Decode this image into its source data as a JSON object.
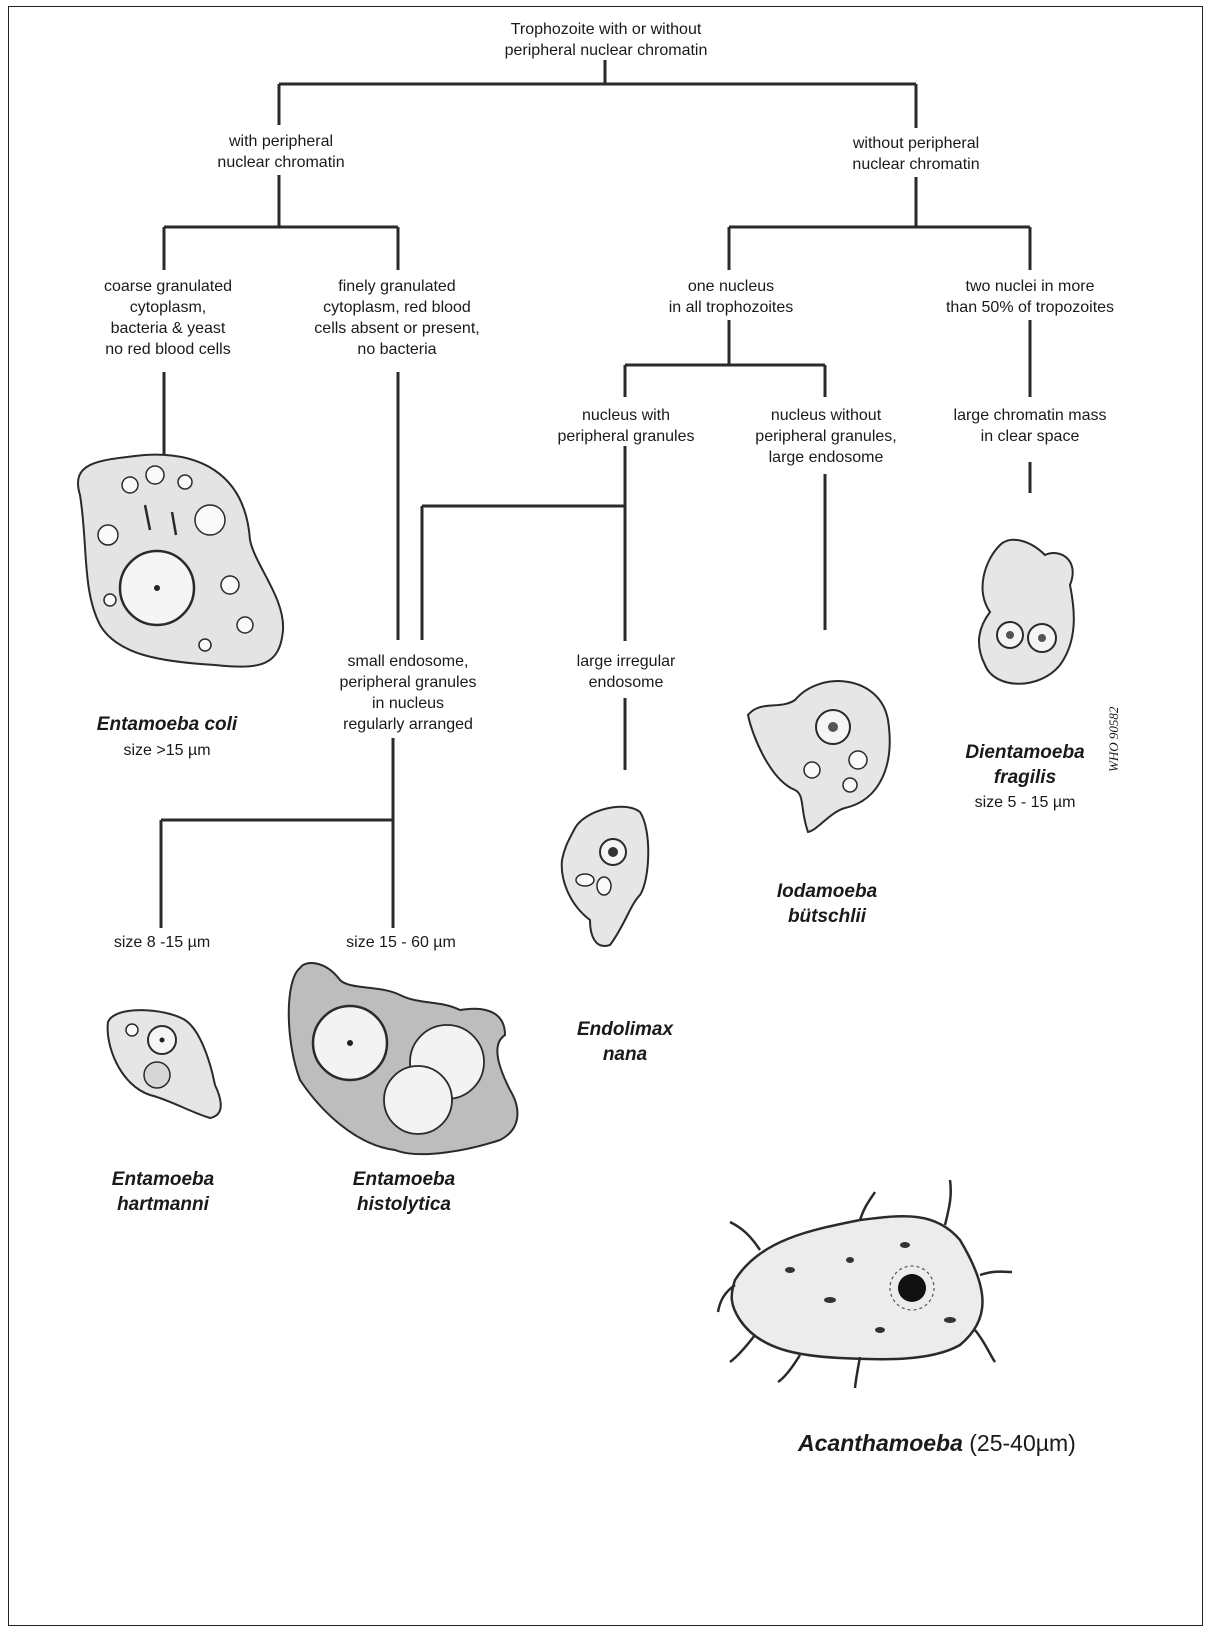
{
  "diagram": {
    "root": "Trophozoite with or without\nperipheral nuclear chromatin",
    "with_chromatin": "with peripheral\nnuclear chromatin",
    "without_chromatin": "without peripheral\nnuclear chromatin",
    "coarse": "coarse granulated\ncytoplasm,\nbacteria & yeast\nno red blood cells",
    "fine": "finely granulated\ncytoplasm, red blood\ncells absent or present,\nno bacteria",
    "one_nucleus": "one nucleus\nin all trophozoites",
    "two_nuclei": "two nuclei in more\nthan 50% of tropozoites",
    "nucleus_with_granules": "nucleus with\nperipheral granules",
    "nucleus_without_granules": "nucleus without\nperipheral granules,\nlarge endosome",
    "large_chromatin": "large chromatin mass\nin clear space",
    "small_endosome": "small endosome,\nperipheral granules\nin nucleus\nregularly arranged",
    "large_irregular": "large irregular\nendosome",
    "size_8_15": "size 8 -15 µm",
    "size_15_60": "size 15 - 60 µm"
  },
  "species": {
    "coli_name": "Entamoeba coli",
    "coli_size": "size >15 µm",
    "dientamoeba_name": "Dientamoeba\nfragilis",
    "dientamoeba_size": "size 5 - 15 µm",
    "iodamoeba_name": "Iodamoeba\nbütschlii",
    "endolimax_name": "Endolimax\nnana",
    "hartmanni_name": "Entamoeba\nhartmanni",
    "histolytica_name": "Entamoeba\nhistolytica",
    "acanthamoeba_name": "Acanthamoeba",
    "acanthamoeba_size": "(25-40µm)"
  },
  "watermark": "WHO 90582",
  "colors": {
    "line": "#2a2a2a",
    "cell_fill": "#e9e9e9",
    "cell_dark": "#b5b5b5",
    "nucleus": "#f7f7f7"
  }
}
